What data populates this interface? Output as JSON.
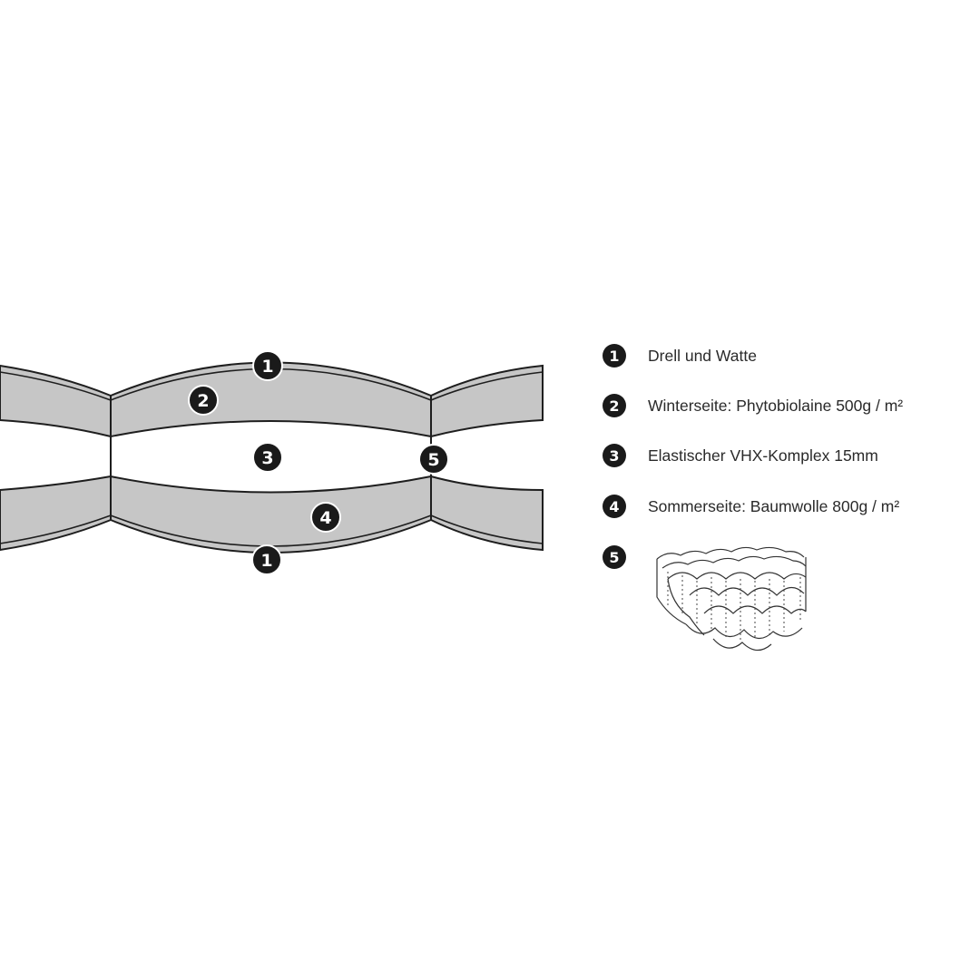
{
  "markers": {
    "m1_top": "1",
    "m2": "2",
    "m3": "3",
    "m4": "4",
    "m5": "5",
    "m1_bottom": "1"
  },
  "legend": [
    {
      "number": "1",
      "label": "Drell und Watte"
    },
    {
      "number": "2",
      "label": "Winterseite: Phytobiolaine 500g / m²"
    },
    {
      "number": "3",
      "label": "Elastischer VHX-Komplex 15mm"
    },
    {
      "number": "4",
      "label": "Sommerseite: Baumwolle 800g / m²"
    },
    {
      "number": "5",
      "label": ""
    }
  ],
  "colors": {
    "layer_fill": "#c6c6c6",
    "outline": "#1e1e1e",
    "marker_fill": "#1a1a1a"
  }
}
